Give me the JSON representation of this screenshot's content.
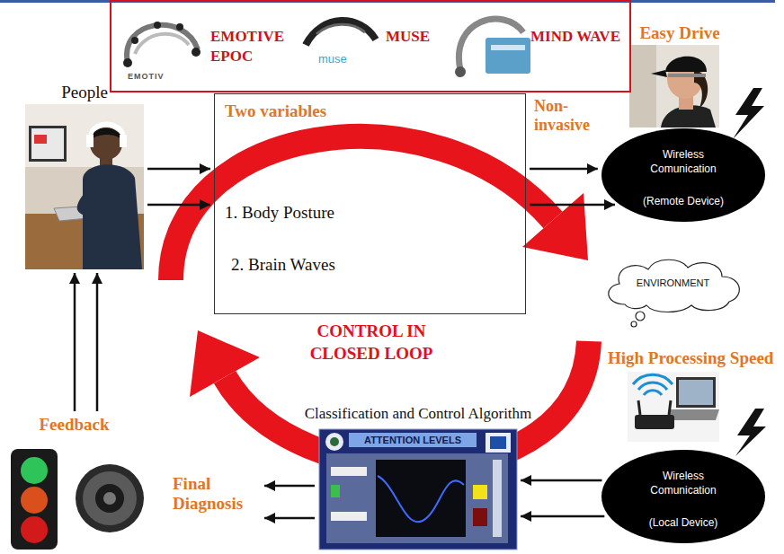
{
  "diagram": {
    "nodes": [
      {
        "text": [
          "EMOTIVE EPOC",
          "MUSE",
          "MIND WAVE"
        ]
      },
      {
        "text": [
          "People"
        ]
      },
      {
        "text": [
          "Two variables",
          "1. Body Posture",
          "2. Brain Waves"
        ]
      },
      {
        "text": [
          "Easy Drive"
        ]
      },
      {
        "text": [
          "Wireless Comunication",
          "(Remote Device)"
        ]
      },
      {
        "text": [
          "ENVIRONMENT"
        ]
      },
      {
        "text": [
          "High Processing Speed"
        ]
      },
      {
        "text": [
          "Wireless Comunication",
          "(Local Device)"
        ]
      },
      {
        "text": [
          "Classification and Control Algorithm",
          "ATTENTION LEVELS"
        ]
      },
      {
        "text": [
          "Feedback"
        ]
      }
    ],
    "edges": [
      {
        "from": 1,
        "to": 2,
        "arrow": "to"
      },
      {
        "from": 1,
        "to": 2,
        "arrow": "to"
      },
      {
        "from": 2,
        "to": 4,
        "arrow": "to"
      },
      {
        "from": 2,
        "to": 4,
        "arrow": "to"
      },
      {
        "from": 7,
        "to": 8,
        "arrow": "to"
      },
      {
        "from": 7,
        "to": 8,
        "arrow": "to"
      },
      {
        "from": 9,
        "to": 1,
        "arrow": "to"
      },
      {
        "from": 9,
        "to": 1,
        "arrow": "to"
      }
    ],
    "labels": [
      "EMOTIV",
      "muse",
      "Non-invasive",
      "CONTROL IN CLOSED LOOP",
      "Final Diagnosis"
    ]
  }
}
